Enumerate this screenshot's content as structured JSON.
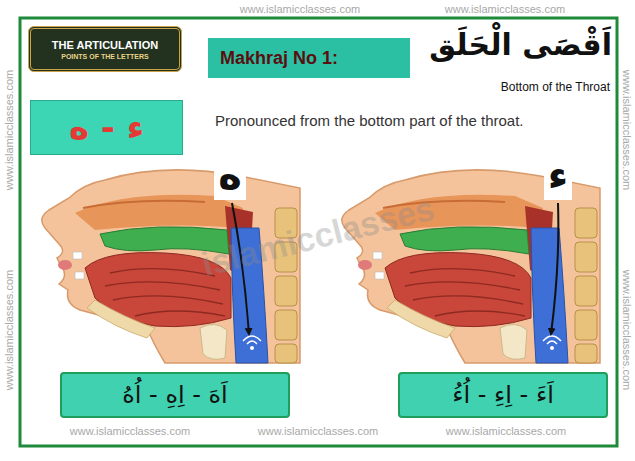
{
  "diagram": {
    "title": "اَقْصَى الْحَلَق",
    "nodes": [
      {
        "text": [
          "THE ARTICULATION",
          "POINTS OF THE LETTERS"
        ]
      },
      {
        "text": [
          "Makhraj No 1:"
        ]
      },
      {
        "text": [
          "ء - ه"
        ]
      },
      {
        "text": [
          "اَهَ - اِهِ - اُهُ"
        ]
      },
      {
        "text": [
          "اَءَ - اِءِ - اُءُ"
        ]
      }
    ],
    "labels": [
      "Bottom of the Throat",
      "Pronounced from the bottom part of the throat.",
      "ه",
      "ء",
      "www.islamicclasses.com",
      "www.islamicclasses.com",
      "www.islamicclasses.com",
      "www.islamicclasses.com",
      "www.islamicclasses.com",
      "www.islamicclasses.com",
      "www.islamicclasses.com",
      "www.islamicclasses.com",
      "www.islamicclasses.com",
      "islamicclasses"
    ]
  }
}
